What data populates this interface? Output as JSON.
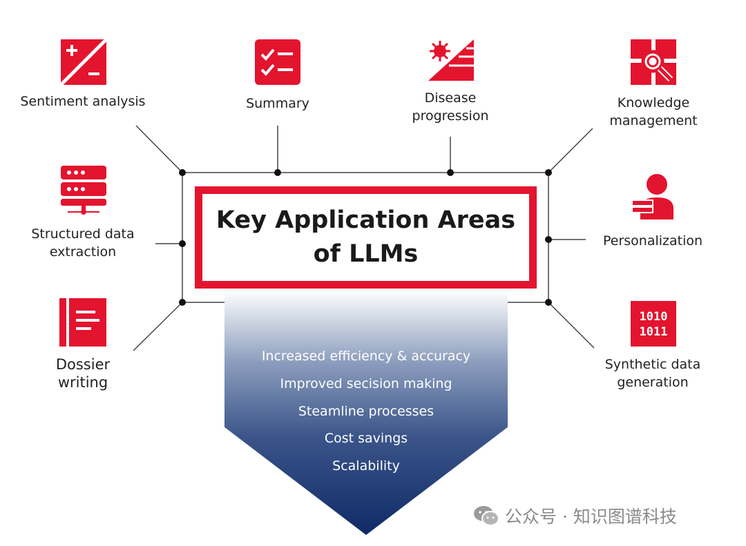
{
  "title": "Key Application Areas of LLMs",
  "areas": [
    {
      "label": "Sentiment analysis",
      "icon": "plus-minus-icon"
    },
    {
      "label": "Summary",
      "icon": "checklist-icon"
    },
    {
      "label": "Disease progression",
      "icon": "virus-stairs-icon"
    },
    {
      "label": "Knowledge management",
      "icon": "magnifier-blocks-icon"
    },
    {
      "label": "Structured data extraction",
      "icon": "server-icon"
    },
    {
      "label": "Personalization",
      "icon": "person-icon"
    },
    {
      "label": "Dossier writing",
      "icon": "document-icon"
    },
    {
      "label": "Synthetic data generation",
      "icon": "binary-icon"
    }
  ],
  "benefits": [
    "Increased efficiency & accuracy",
    "Improved secision making",
    "Steamline processes",
    "Cost savings",
    "Scalability"
  ],
  "watermark": "公众号 · 知识图谱科技",
  "colors": {
    "accent": "#e3142e",
    "navy": "#0f2a66",
    "line": "#222222"
  }
}
